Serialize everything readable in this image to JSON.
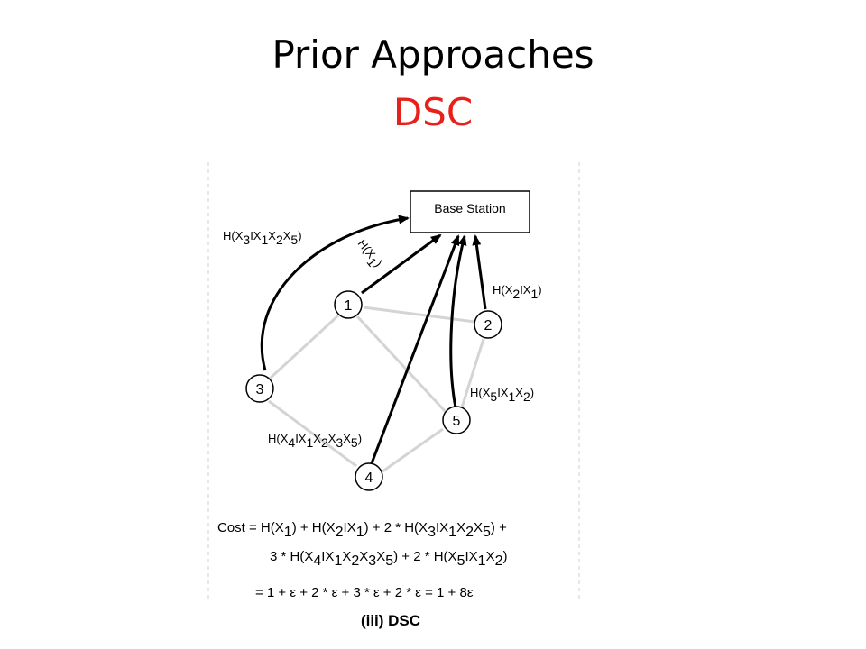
{
  "title": "Prior Approaches",
  "subtitle": "DSC",
  "base_station": "Base Station",
  "nodes": [
    "1",
    "2",
    "3",
    "4",
    "5"
  ],
  "edge_labels": {
    "x3": {
      "parts": [
        "H(X",
        "3",
        "IX",
        "1",
        "X",
        "2",
        "X",
        "5",
        ")"
      ]
    },
    "x1": {
      "parts": [
        "H(X",
        "1",
        ")"
      ]
    },
    "x2": {
      "parts": [
        "H(X",
        "2",
        "IX",
        "1",
        ")"
      ]
    },
    "x5": {
      "parts": [
        "H(X",
        "5",
        "IX",
        "1",
        "X",
        "2",
        ")"
      ]
    },
    "x4": {
      "parts": [
        "H(X",
        "4",
        "IX",
        "1",
        "X",
        "2",
        "X",
        "3",
        "X",
        "5",
        ")"
      ]
    }
  },
  "cost_lines": [
    {
      "parts": [
        "Cost = H(X",
        "1",
        ") + H(X",
        "2",
        "IX",
        "1",
        ") + 2 * H(X",
        "3",
        "IX",
        "1",
        "X",
        "2",
        "X",
        "5",
        ") +"
      ]
    },
    {
      "parts": [
        "3 * H(X",
        "4",
        "IX",
        "1",
        "X",
        "2",
        "X",
        "3",
        "X",
        "5",
        ") + 2 * H(X",
        "5",
        "IX",
        "1",
        "X",
        "2",
        ")"
      ]
    },
    {
      "parts": [
        "= 1 + ε + 2 * ε + 3 * ε + 2 * ε = 1 + 8ε"
      ]
    }
  ],
  "caption": "(iii) DSC"
}
